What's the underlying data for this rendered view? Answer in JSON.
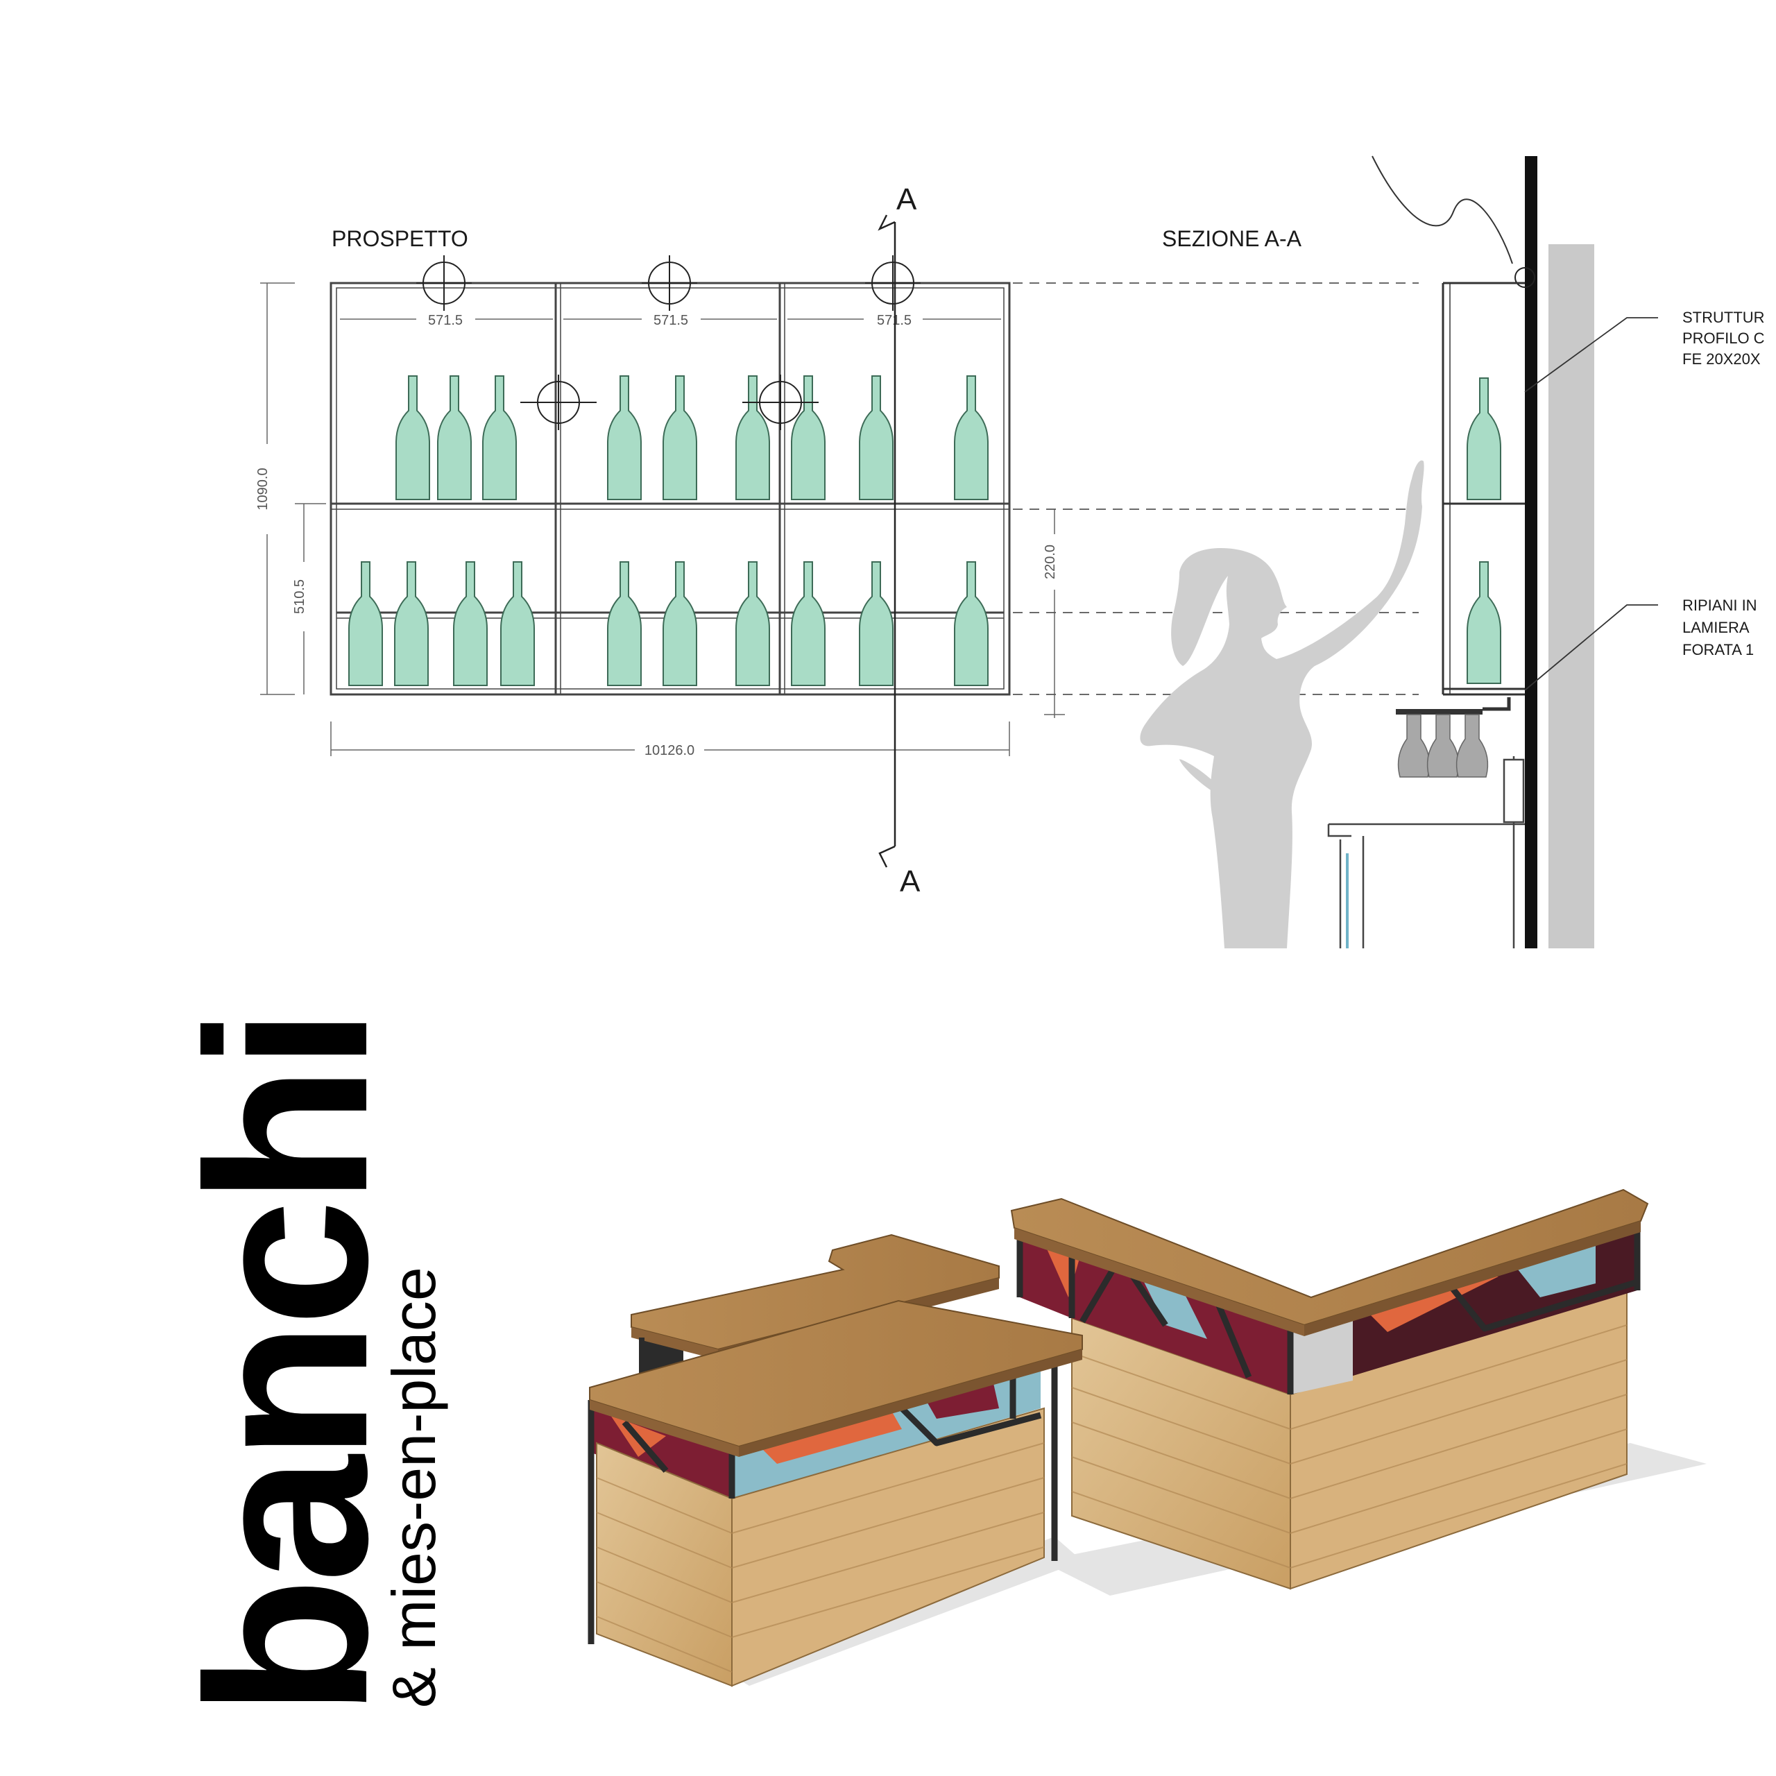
{
  "elevation": {
    "title": "PROSPETTO",
    "bay_widths": [
      "571.5",
      "571.5",
      "571.5"
    ],
    "total_width": "10126.0",
    "height_total": "1090.0",
    "height_lower": "510.5",
    "shelf_gap": "220.0"
  },
  "section": {
    "title": "SEZIONE A-A",
    "cut_label_top": "A",
    "cut_label_bottom": "A",
    "note_structure": [
      "STRUTTUR",
      "PROFILO C",
      "FE 20X20X"
    ],
    "note_shelves": [
      "RIPIANI IN",
      "LAMIERA",
      "FORATA 1"
    ]
  },
  "heading": {
    "title": "banchi",
    "subtitle": "& mies-en-place"
  },
  "colors": {
    "bottle": "#a9dcc6",
    "bottle_stroke": "#3d6b57",
    "wood": "#d9b98a",
    "metal": "#2b2b2b",
    "silhouette": "#cfcfcf"
  }
}
